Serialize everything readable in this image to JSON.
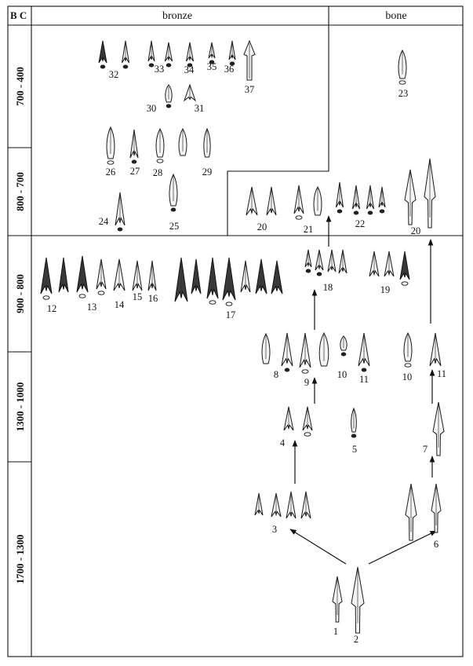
{
  "header": {
    "era_label": "B C",
    "bronze_label": "bronze",
    "bone_label": "bone"
  },
  "periods": [
    {
      "id": "p1",
      "label": "700 - 400"
    },
    {
      "id": "p2",
      "label": "800 - 700"
    },
    {
      "id": "p3",
      "label": "900 - 800"
    },
    {
      "id": "p4",
      "label": "1300 - 1000"
    },
    {
      "id": "p5",
      "label": "1700 - 1300"
    }
  ],
  "type_labels": {
    "t1": "1",
    "t2": "2",
    "t3": "3",
    "t4": "4",
    "t5": "5",
    "t6": "6",
    "t7": "7",
    "t8": "8",
    "t9": "9",
    "t10a": "10",
    "t11a": "11",
    "t10b": "10",
    "t11b": "11",
    "t12": "12",
    "t13": "13",
    "t14": "14",
    "t15": "15",
    "t16": "16",
    "t17": "17",
    "t18": "18",
    "t19": "19",
    "t20a": "20",
    "t21": "21",
    "t22": "22",
    "t20b": "20",
    "t24": "24",
    "t25": "25",
    "t26": "26",
    "t27": "27",
    "t28": "28",
    "t29": "29",
    "t30": "30",
    "t31": "31",
    "t32": "32",
    "t33": "33",
    "t34": "34",
    "t35": "35",
    "t36": "36",
    "t37": "37",
    "t23": "23"
  }
}
